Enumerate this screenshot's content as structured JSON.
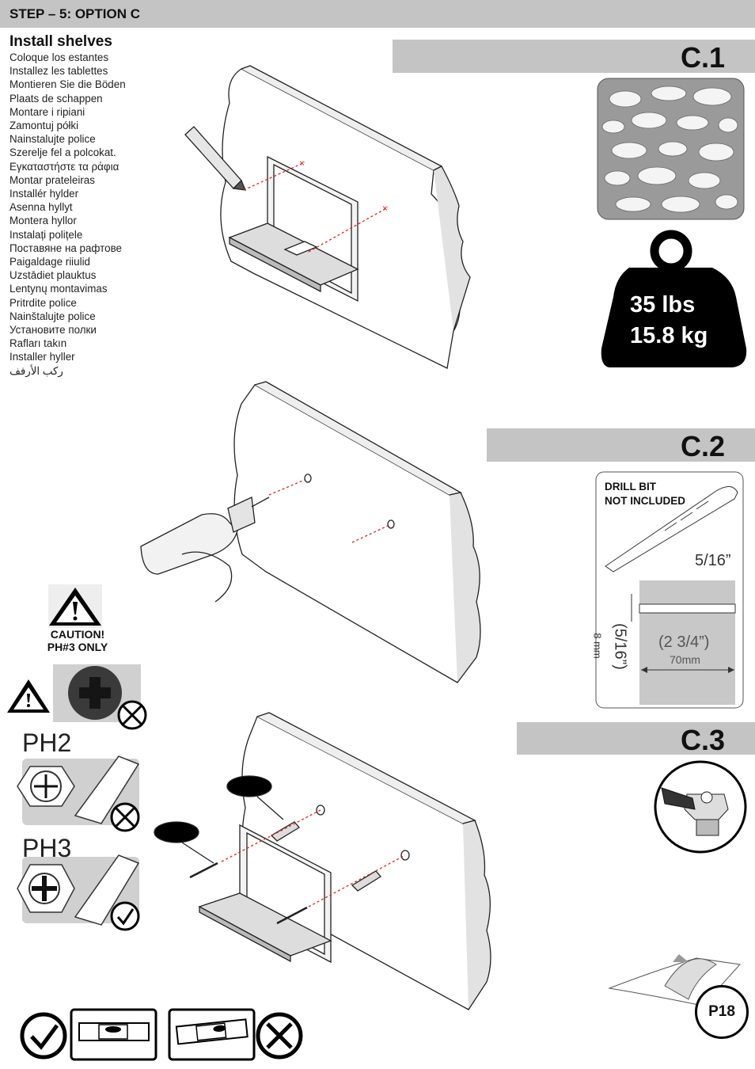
{
  "header": {
    "step_label": "STEP – 5: OPTION C"
  },
  "instructions": {
    "title": "Install shelves",
    "translations": [
      "Coloque los estantes",
      "Installez les tablettes",
      "Montieren Sie die Böden",
      "Plaats de schappen",
      "Montare i ripiani",
      "Zamontuj półki",
      "Nainstalujte police",
      "Szerelje fel a polcokat.",
      "Εγκαταστήστε τα ράφια",
      "Montar prateleiras",
      "Installér hylder",
      "Asenna hyllyt",
      "Montera hyllor",
      "Instalați polițele",
      "Поставяне на рафтове",
      "Paigaldage riiulid",
      "Uzstādiet plauktus",
      "Lentynų montavimas",
      "Pritrdite police",
      "Nainštalujte police",
      "Установите полки",
      "Rafları takın",
      "Installer hyller",
      "ركب الأرفف"
    ]
  },
  "steps": {
    "c1": {
      "label": "C.1",
      "weight_lbs": "35 lbs",
      "weight_kg": "15.8 kg"
    },
    "c2": {
      "label": "C.2",
      "drill_note_line1": "DRILL BIT",
      "drill_note_line2": "NOT INCLUDED",
      "bit_size": "5/16”",
      "hole_diameter_in": "(5/16”)",
      "hole_diameter_mm": "8 mm",
      "hole_depth_in": "(2 3/4”)",
      "hole_depth_mm": "70mm"
    },
    "c3": {
      "label": "C.3"
    }
  },
  "caution": {
    "line1": "CAUTION!",
    "line2": "PH#3 ONLY"
  },
  "bits": {
    "wrong": "PH2",
    "right": "PH3"
  },
  "page": {
    "number": "P18"
  }
}
